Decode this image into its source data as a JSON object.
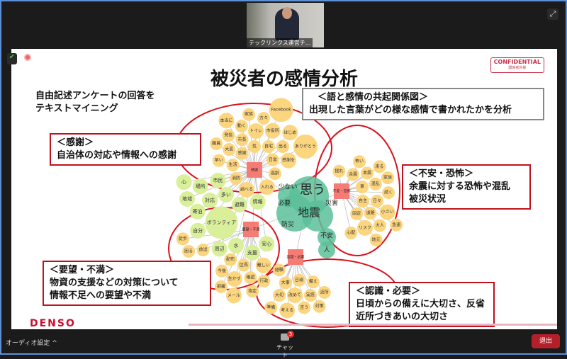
{
  "video": {
    "participant_name": "テックリンクス運営チ..."
  },
  "slide": {
    "confidential": "CONFIDENTIAL",
    "confidential_sub": "関係者外秘",
    "title": "被災者の感情分析",
    "intro": [
      "自由記述アンケートの回答を",
      "テキストマイニング"
    ],
    "graph_box": [
      "＜語と感情の共起関係図＞",
      "出現した言葉がどの様な感情で書かれたかを分析"
    ],
    "callouts": {
      "thanks": [
        "＜感謝＞",
        "自治体の対応や情報への感謝"
      ],
      "anxiety": [
        "＜不安・恐怖＞",
        "余震に対する恐怖や混乱",
        "被災状況"
      ],
      "demand": [
        "＜要望・不満＞",
        "物資の支援などの対策について",
        "情報不足への要望や不満"
      ],
      "awareness": [
        "＜認識・必要＞",
        "日頃からの備えに大切さ、反省",
        "近所づきあいの大切さ"
      ]
    },
    "hubs": [
      "感謝",
      "不安・恐怖",
      "要望・不満",
      "認識・必要"
    ],
    "center_words": [
      "思う",
      "地震",
      "必要",
      "災害",
      "防災",
      "少ない",
      "不安",
      "人"
    ],
    "words_thanks": [
      "気",
      "自宅",
      "感謝",
      "市長",
      "トイレ",
      "日常",
      "市役所",
      "動く",
      "大変",
      "出る",
      "生活",
      "発信",
      "方々",
      "家族",
      "感謝を",
      "高齢",
      "消防",
      "本当に",
      "はじめ",
      "早い",
      "Facebook",
      "職員",
      "入れる",
      "調べる",
      "ありがとう"
    ],
    "words_shared": [
      "避難",
      "多い",
      "情報",
      "ボランティア",
      "市民",
      "対応",
      "場所",
      "寄泊",
      "水",
      "安心",
      "自分",
      "地域",
      "周辺",
      "支援",
      "心"
    ],
    "words_anxiety": [
      "自主",
      "日々",
      "道路",
      "固定",
      "車",
      "混乱",
      "小さい",
      "リスク",
      "続く",
      "余震",
      "本震",
      "大人",
      "心配",
      "家族",
      "揺れ",
      "来る",
      "怖い",
      "急速",
      "地元"
    ],
    "words_demand": [
      "配布",
      "今後",
      "放送",
      "区長",
      "生かす",
      "把握",
      "確認",
      "困る",
      "難しい",
      "メール",
      "徒歩",
      "指定",
      "行政"
    ],
    "words_awareness": [
      "改めて",
      "実感",
      "言う",
      "考える",
      "大切",
      "大事",
      "日頃",
      "備え",
      "対策",
      "準備",
      "経験",
      "近所"
    ],
    "footer_logo": "DENSO"
  },
  "toolbar": {
    "audio_settings": "オーディオ設定 ^",
    "chat": "チャット",
    "chat_badge": "3",
    "leave": "退出"
  },
  "colors": {
    "hub": "#f47c74",
    "word": "#fcd57f",
    "shared": "#d9ef9a",
    "center": "#5cbf9a",
    "ellipse": "#d8121e"
  }
}
